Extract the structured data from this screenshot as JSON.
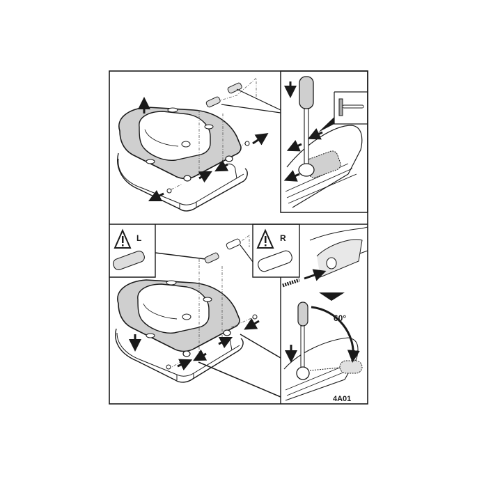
{
  "diagram": {
    "title": "Toilet seat hinge removal and installation instructions",
    "colors": {
      "line": "#1a1a1a",
      "shade": "#c8c8c8",
      "background": "#ffffff"
    },
    "panels": [
      {
        "id": "top",
        "step": "removal",
        "description": "Seat lifted off base; hinge pins pushed out with screwdriver",
        "inset": {
          "description": "Screwdriver pressing hinge pin out",
          "sub_inset_icon": "hammer-icon"
        }
      },
      {
        "id": "bottom",
        "step": "installation",
        "description": "Seat lowered onto base; hinge pins inserted",
        "warning_insets": [
          {
            "label": "L",
            "icon": "warning-triangle-icon",
            "part": "left hinge pin"
          },
          {
            "label": "R",
            "icon": "warning-triangle-icon",
            "part": "right hinge pin"
          }
        ],
        "inset": {
          "description": "Insert pin then rotate screwdriver",
          "angle_label": "60°"
        }
      }
    ],
    "code": "4A01"
  }
}
